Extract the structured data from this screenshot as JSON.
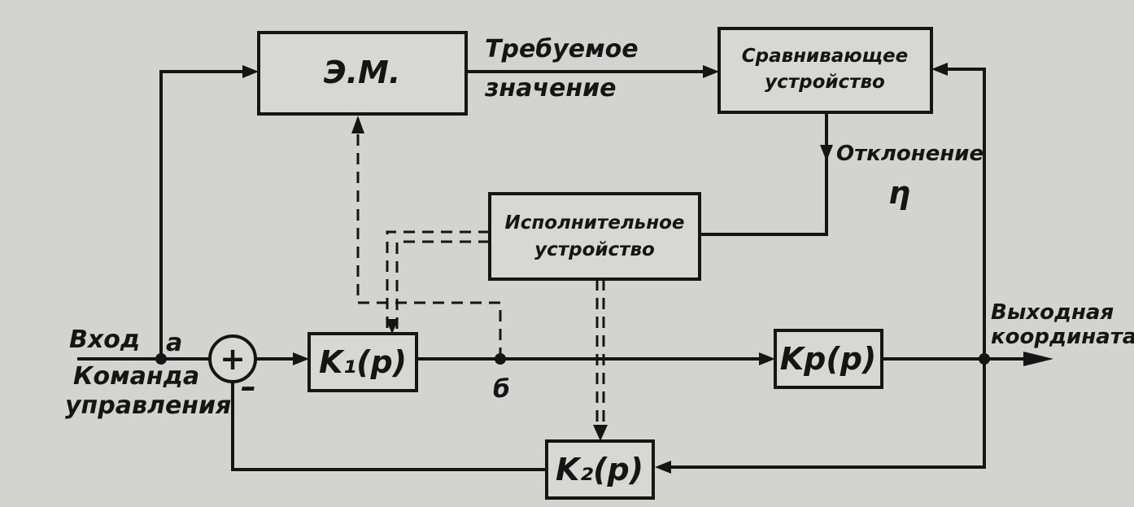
{
  "blocks": {
    "em": "Э.М.",
    "comparator_line1": "Сравнивающее",
    "comparator_line2": "устройство",
    "actuator_line1": "Исполнительное",
    "actuator_line2": "устройство",
    "k1": "K₁(p)",
    "kp": "Kp(p)",
    "k2": "K₂(p)"
  },
  "labels": {
    "required_line1": "Требуемое",
    "required_line2": "значение",
    "deviation": "Отклонение",
    "eta": "η",
    "input": "Вход",
    "point_a": "a",
    "command_line1": "Команда",
    "command_line2": "управления",
    "minus": "–",
    "summer_plus": "+",
    "point_b": "б",
    "output_line1": "Выходная",
    "output_line2": "координата"
  }
}
